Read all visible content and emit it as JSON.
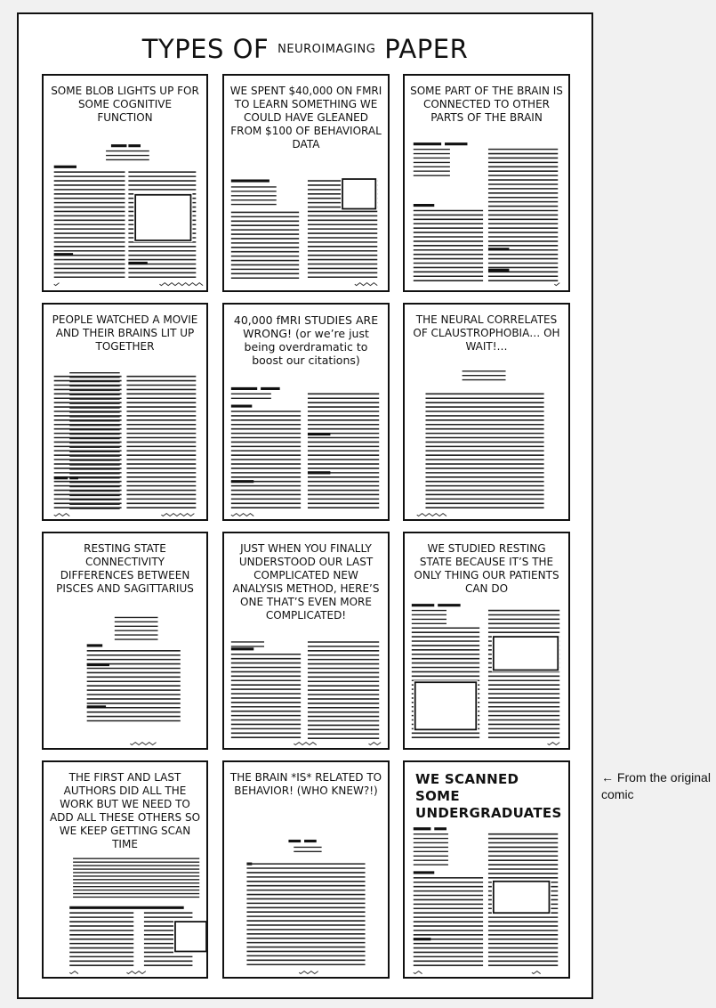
{
  "title": {
    "left": "TYPES OF",
    "middle": "NEUROIMAGING",
    "right": "PAPER"
  },
  "panels": [
    {
      "title": "SOME BLOB LIGHTS UP FOR SOME COGNITIVE FUNCTION",
      "style": "upper"
    },
    {
      "title": "WE SPENT $40,000 ON fMRI TO LEARN SOMETHING WE COULD HAVE GLEANED FROM $100 OF BEHAVIORAL DATA",
      "style": "upper"
    },
    {
      "title": "SOME PART OF THE BRAIN IS CONNECTED TO OTHER PARTS OF THE BRAIN",
      "style": "upper"
    },
    {
      "title": "PEOPLE WATCHED A MOVIE AND THEIR BRAINS LIT UP TOGETHER",
      "style": "upper"
    },
    {
      "title": "40,000 fMRI STUDIES ARE WRONG! (or we’re just being overdramatic to boost our citations)",
      "style": "mixed"
    },
    {
      "title": "THE NEURAL CORRELATES OF CLAUSTROPHOBIA… OH WAIT!…",
      "style": "upper"
    },
    {
      "title": "RESTING STATE CONNECTIVITY DIFFERENCES BETWEEN PISCES AND SAGITTARIUS",
      "style": "upper"
    },
    {
      "title": "JUST WHEN YOU FINALLY UNDERSTOOD OUR LAST COMPLICATED NEW ANALYSIS METHOD, HERE’S ONE THAT’S EVEN MORE COMPLICATED!",
      "style": "upper"
    },
    {
      "title": "WE STUDIED RESTING STATE BECAUSE IT’S THE ONLY THING OUR PATIENTS CAN DO",
      "style": "upper"
    },
    {
      "title": "THE FIRST AND LAST AUTHORS DID ALL THE WORK BUT WE NEED TO ADD ALL THESE OTHERS SO WE KEEP GETTING SCAN TIME",
      "style": "upper"
    },
    {
      "title": "THE BRAIN *IS* RELATED TO BEHAVIOR! (WHO KNEW?!)",
      "style": "upper"
    },
    {
      "title": "WE SCANNED SOME UNDERGRADUATES",
      "style": "bold"
    }
  ],
  "note": "← From the original comic"
}
